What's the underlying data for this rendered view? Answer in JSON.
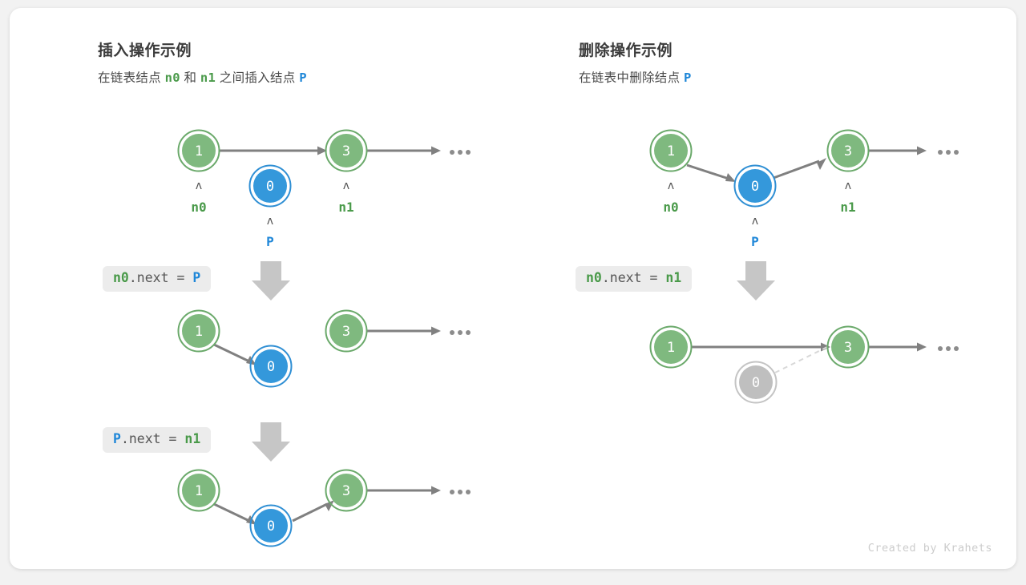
{
  "theme": {
    "page_bg": "#f2f2f2",
    "card_bg": "#ffffff",
    "node_green_fill": "#7fb97f",
    "node_green_ring": "#6aa96a",
    "node_blue_fill": "#3498db",
    "node_blue_ring": "#2f8fd4",
    "node_gray_fill": "#bfbfbf",
    "node_gray_ring": "#bfbfbf",
    "arrow_gray": "#808080",
    "chip_bg": "#ececec",
    "label_green": "#4a9a4a",
    "label_blue": "#1f87d8"
  },
  "panels": [
    {
      "id": "insert",
      "title": "插入操作示例",
      "subtitle": {
        "part1": "在链表结点",
        "id1": "n0",
        "part2": "和",
        "id2": "n1",
        "part3": "之间插入结点",
        "id3": "P"
      },
      "steps": [
        {
          "code": {
            "lhs": "n0",
            "lhs_color": "green",
            "mid": ".next = ",
            "rhs": "P",
            "rhs_color": "blue"
          },
          "nodes": [
            {
              "value": "1",
              "color": "green",
              "label": "n0",
              "label_color": "green"
            },
            {
              "value": "0",
              "color": "blue",
              "label": "P",
              "label_color": "blue"
            },
            {
              "value": "3",
              "color": "green",
              "label": "n1",
              "label_color": "green"
            }
          ]
        }
      ]
    },
    {
      "id": "delete",
      "title": "删除操作示例",
      "subtitle": {
        "part1": "在链表中删除结点",
        "id1": "P"
      },
      "steps": [
        {
          "code": {
            "lhs": "n0",
            "lhs_color": "green",
            "mid": ".next = ",
            "rhs": "n1",
            "rhs_color": "green"
          },
          "nodes": [
            {
              "value": "1",
              "color": "green",
              "label": "n0",
              "label_color": "green"
            },
            {
              "value": "0",
              "color": "blue",
              "label": "P",
              "label_color": "blue"
            },
            {
              "value": "3",
              "color": "green",
              "label": "n1",
              "label_color": "green"
            }
          ]
        }
      ]
    }
  ],
  "labels": {
    "n0": "n0",
    "n1": "n1",
    "p": "P",
    "node_1": "1",
    "node_0": "0",
    "node_3": "3",
    "caret": "ʌ",
    "ellipsis": "..."
  },
  "code_chips": {
    "insert_step1": {
      "lhs": "n0",
      "mid": ".next = ",
      "rhs": "P"
    },
    "insert_step2": {
      "lhs": "P",
      "mid": ".next = ",
      "rhs": "n1"
    },
    "delete_step1": {
      "lhs": "n0",
      "mid": ".next = ",
      "rhs": "n1"
    }
  },
  "credit": "Created by Krahets"
}
